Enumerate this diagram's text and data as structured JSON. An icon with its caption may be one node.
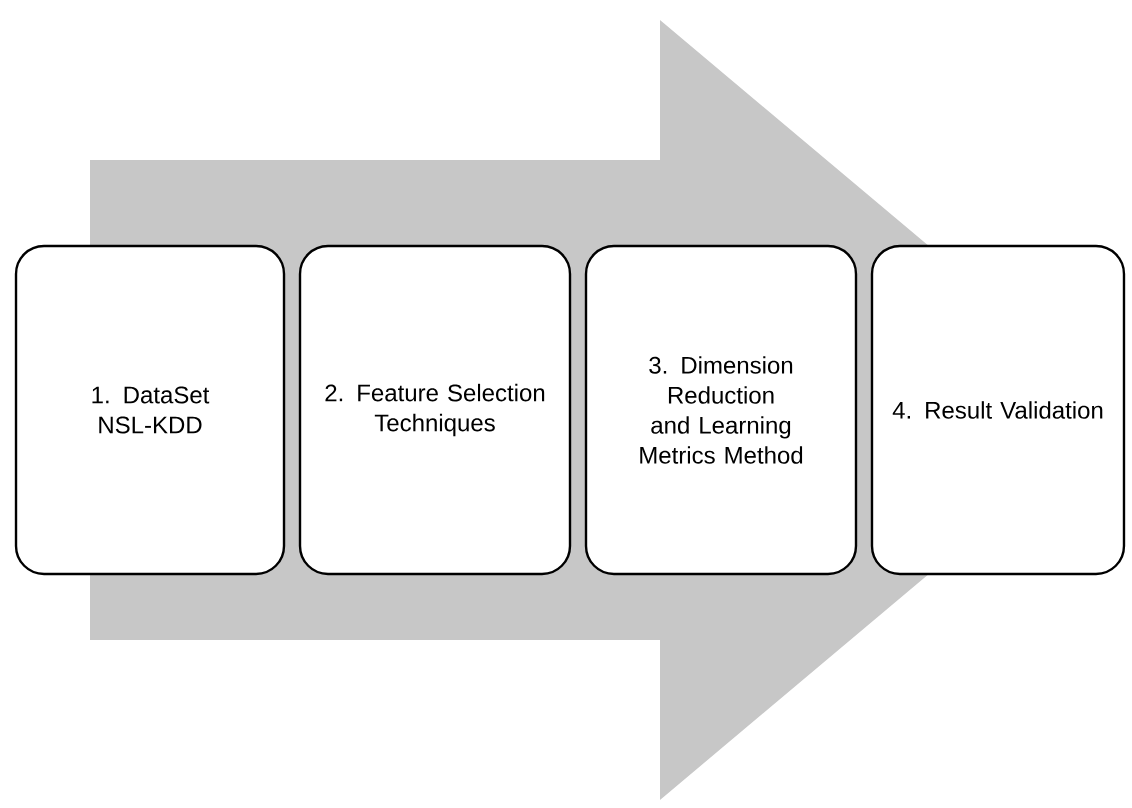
{
  "diagram": {
    "nodes": [
      {
        "text": [
          "1. DataSet NSL-KDD"
        ]
      },
      {
        "text": [
          "2. Feature Selection Techniques"
        ]
      },
      {
        "text": [
          "3. Dimension Reduction and Learning Metrics Method"
        ]
      },
      {
        "text": [
          "4. Result Validation"
        ]
      }
    ],
    "edges": [
      {
        "from": 0,
        "to": 3,
        "arrow": "to"
      }
    ]
  }
}
